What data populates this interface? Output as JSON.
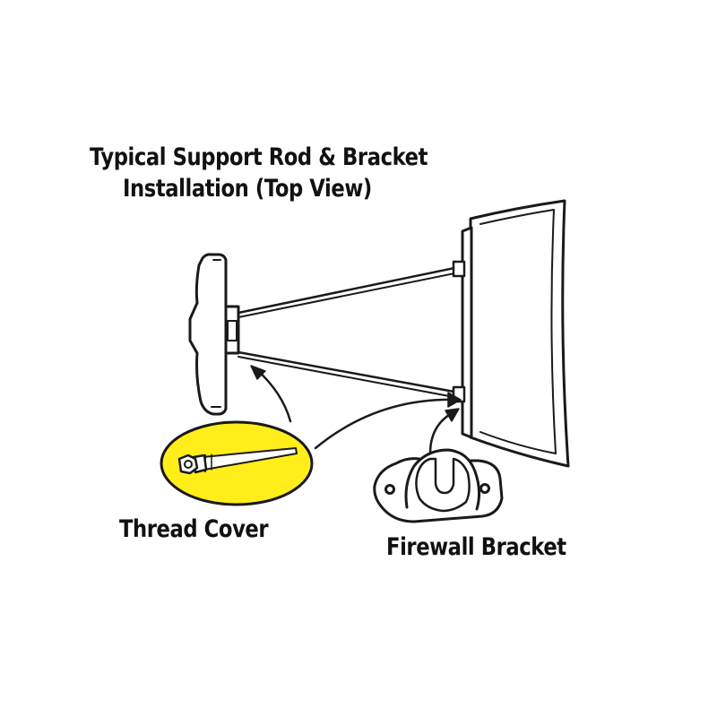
{
  "title": {
    "line1": "Typical Support Rod & Bracket",
    "line2": "Installation (Top View)"
  },
  "labels": {
    "thread_cover": "Thread Cover",
    "firewall_bracket": "Firewall Bracket"
  },
  "colors": {
    "line": "#1a1a1a",
    "callout_fill": "#ffee1a",
    "background": "#ffffff"
  },
  "icons": {
    "radiator": "radiator-support-shape",
    "firewall": "firewall-panel-shape",
    "bracket": "firewall-bracket-shape",
    "thread_cover": "thread-cover-rod-end"
  }
}
